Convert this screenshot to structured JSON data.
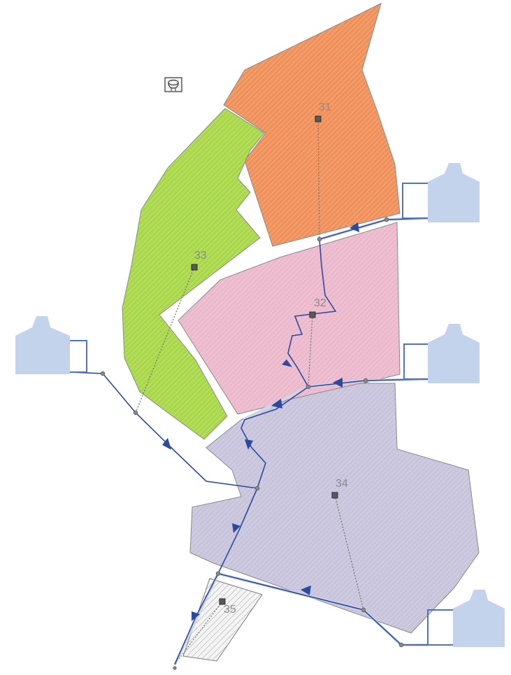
{
  "subcatchments": [
    {
      "id": "31",
      "color": "#f0905a"
    },
    {
      "id": "32",
      "color": "#ebb8cc"
    },
    {
      "id": "33",
      "color": "#a8d848"
    },
    {
      "id": "34",
      "color": "#c8c4dc"
    },
    {
      "id": "35",
      "color": "#e8e8e8"
    }
  ],
  "outlets": [
    {
      "name": "outlet-top-right",
      "color": "#c3d3ec"
    },
    {
      "name": "outlet-mid-right",
      "color": "#c3d3ec"
    },
    {
      "name": "outlet-left",
      "color": "#c3d3ec"
    },
    {
      "name": "outlet-bottom-right",
      "color": "#c3d3ec"
    }
  ],
  "icons": {
    "rain_gage": "rain-gage-icon"
  },
  "colors": {
    "pipe": "#2a4aa0",
    "outlet_link": "#4d72c8"
  }
}
